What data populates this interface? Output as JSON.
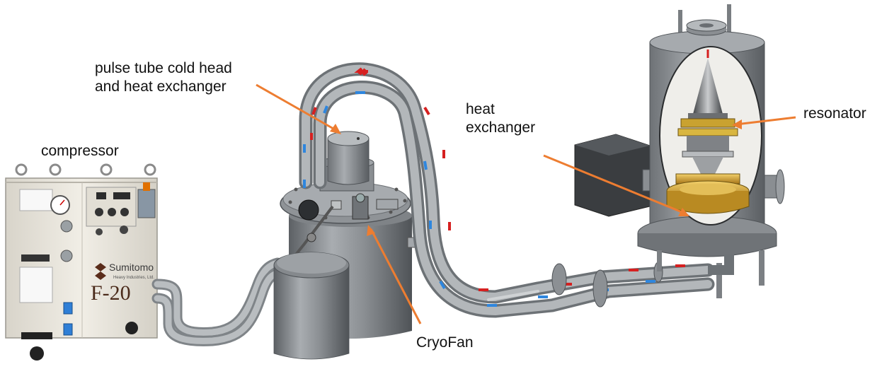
{
  "labels": {
    "compressor": "compressor",
    "pulse_tube_line1": "pulse tube cold head",
    "pulse_tube_line2": "and heat exchanger",
    "heat_exchanger_line1": "heat",
    "heat_exchanger_line2": "exchanger",
    "resonator": "resonator",
    "cryofan": "CryoFan"
  },
  "compressor_panel": {
    "brand": "Sumitomo",
    "brand_sub": "Heavy Industries, Ltd.",
    "model": "F-20"
  },
  "colors": {
    "leader_line": "#ED7D31",
    "flow_hot": "#D62020",
    "flow_cold": "#2E86DE",
    "hose": "#9DA2A6",
    "compressor_body": "#ECE8DE",
    "vessel": "#8E9296",
    "gold": "#C9961E"
  }
}
